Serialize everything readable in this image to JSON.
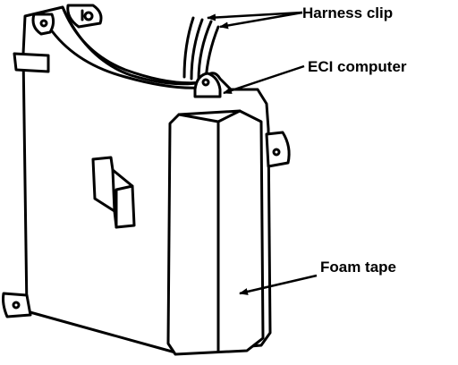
{
  "callouts": {
    "harness_clip": "Harness clip",
    "eci_computer": "ECI computer",
    "foam_tape": "Foam tape"
  },
  "colors": {
    "ink": "#000000",
    "paper": "#ffffff"
  }
}
